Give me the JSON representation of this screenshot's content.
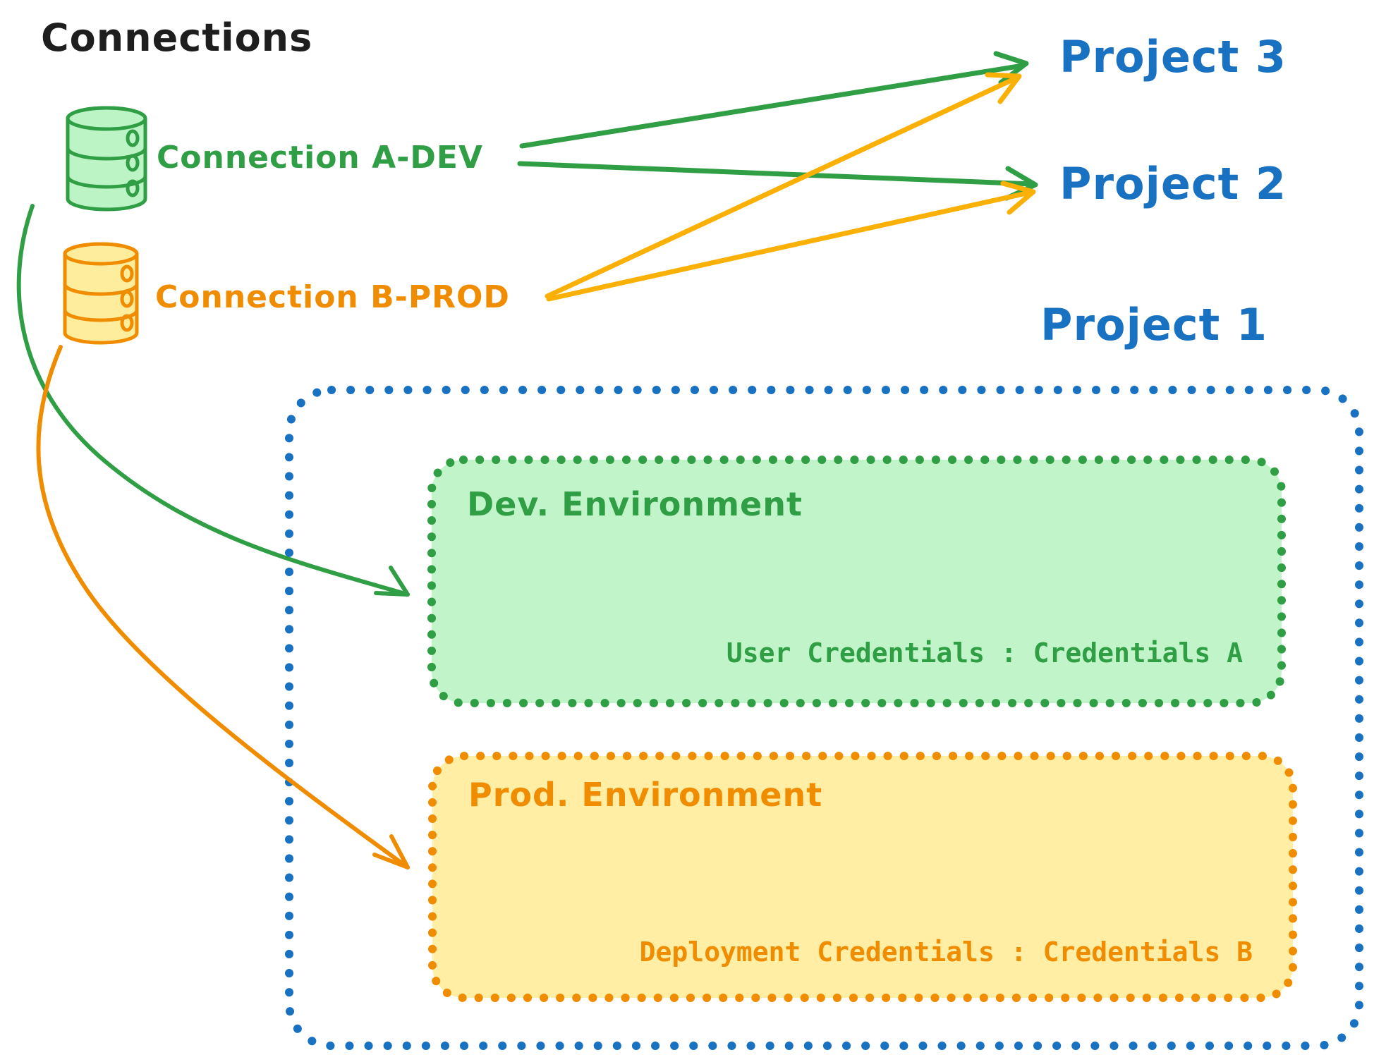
{
  "diagram": {
    "title": "Connections",
    "connections": [
      {
        "label": "Connection A-DEV",
        "icon": "database",
        "color": "#2f9e44"
      },
      {
        "label": "Connection B-PROD",
        "icon": "database",
        "color": "#f08c00"
      }
    ],
    "projects": [
      {
        "label": "Project 3"
      },
      {
        "label": "Project 2"
      },
      {
        "label": "Project 1"
      }
    ],
    "project1_detail": {
      "environments": [
        {
          "title": "Dev. Environment",
          "credentials_label": "User Credentials : Credentials A",
          "stroke_color": "#2f9e44",
          "fill_color": "#b2f2bb"
        },
        {
          "title": "Prod. Environment",
          "credentials_label": "Deployment Credentials : Credentials B",
          "stroke_color": "#f08c00",
          "fill_color": "#ffec99"
        }
      ]
    },
    "edges": [
      {
        "from": "Connection A-DEV",
        "to": "Project 3",
        "style": "straight",
        "color": "#2f9e44"
      },
      {
        "from": "Connection A-DEV",
        "to": "Project 2",
        "style": "straight",
        "color": "#2f9e44"
      },
      {
        "from": "Connection B-PROD",
        "to": "Project 3",
        "style": "straight",
        "color": "#fab005"
      },
      {
        "from": "Connection B-PROD",
        "to": "Project 2",
        "style": "straight",
        "color": "#fab005"
      },
      {
        "from": "Connection A-DEV",
        "to": "Dev. Environment",
        "style": "curved",
        "color": "#2f9e44"
      },
      {
        "from": "Connection B-PROD",
        "to": "Prod. Environment",
        "style": "curved",
        "color": "#f08c00"
      }
    ],
    "colors": {
      "ink": "#1e1e1e",
      "project_blue": "#1971c2",
      "green": "#2f9e44",
      "green_fill": "#b2f2bb",
      "orange": "#f08c00",
      "orange_arrow": "#fab005",
      "yellow_fill": "#ffec99"
    }
  }
}
